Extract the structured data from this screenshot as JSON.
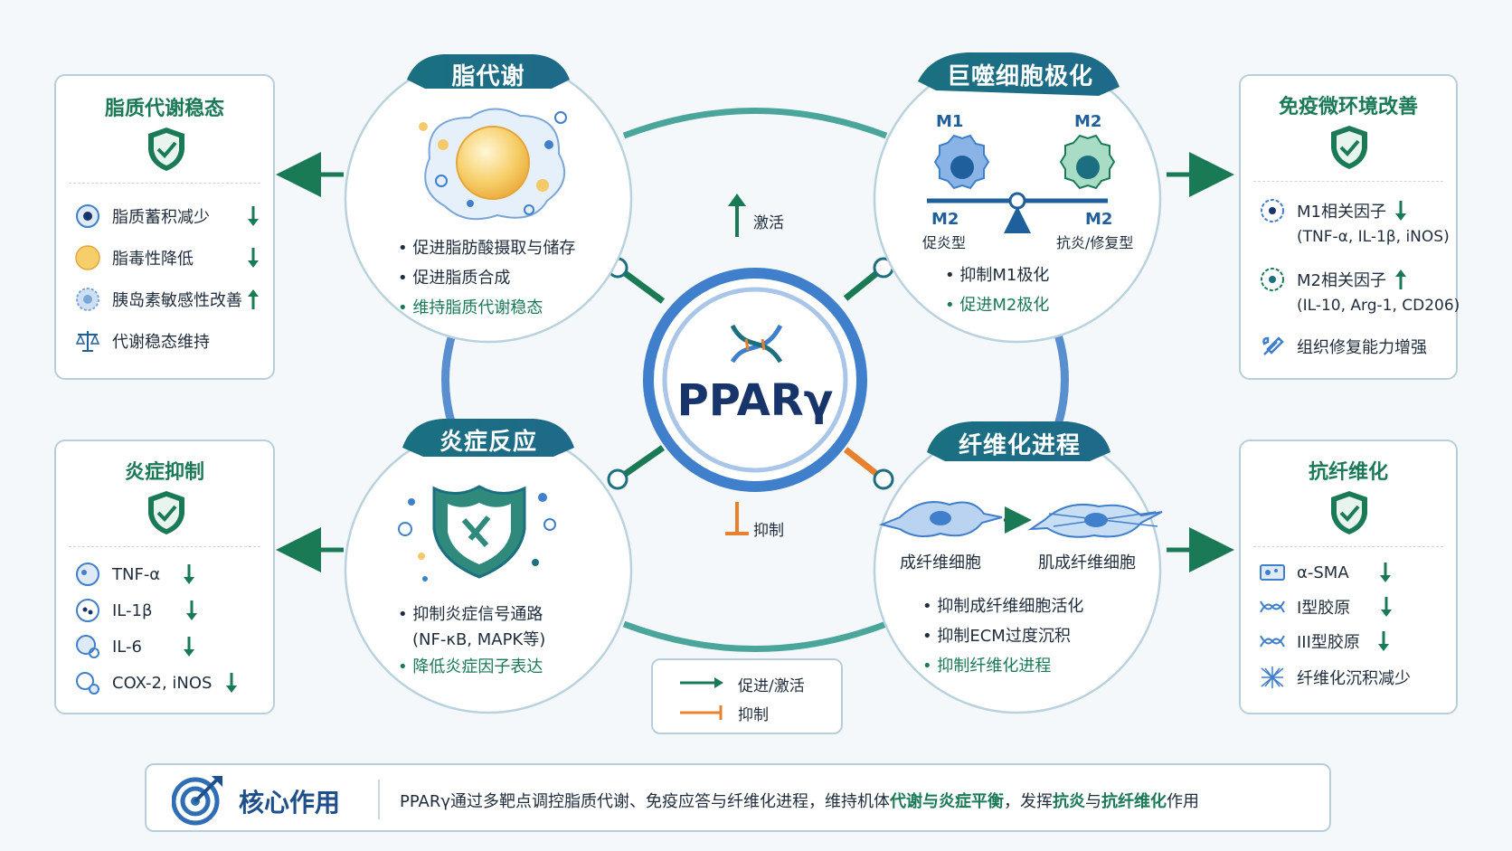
{
  "center": {
    "title": "PPARγ"
  },
  "center_legend": {
    "activate": "激活",
    "inhibit": "抑制"
  },
  "modules": {
    "lipid": {
      "title": "脂代谢",
      "bullets": [
        "促进脂肪酸摄取与储存",
        "促进脂质合成",
        "维持脂质代谢稳态"
      ]
    },
    "macrophage": {
      "title": "巨噬细胞极化",
      "m1": "M1",
      "m2": "M2",
      "left_name": "M2",
      "left_desc": "促炎型",
      "right_name": "M2",
      "right_desc": "抗炎/修复型",
      "bullets": [
        "抑制M1极化",
        "促进M2极化"
      ]
    },
    "inflammation": {
      "title": "炎症反应",
      "bullets": [
        "抑制炎症信号通路",
        "(NF-κB, MAPK等)",
        "降低炎症因子表达"
      ]
    },
    "fibrosis": {
      "title": "纤维化进程",
      "cell_a": "成纤维细胞",
      "cell_b": "肌成纤维细胞",
      "bullets": [
        "抑制成纤维细胞活化",
        "抑制ECM过度沉积",
        "抑制纤维化进程"
      ]
    }
  },
  "outcomes": {
    "lipid_home": {
      "title": "脂质代谢稳态",
      "items": [
        "脂质蓄积减少",
        "脂毒性降低",
        "胰岛素敏感性改善",
        "代谢稳态维持"
      ]
    },
    "immune": {
      "title": "免疫微环境改善",
      "items": [
        "M1相关因子",
        "(TNF-α, IL-1β, iNOS)",
        "M2相关因子",
        "(IL-10, Arg-1, CD206)",
        "组织修复能力增强"
      ]
    },
    "anti_inflam": {
      "title": "炎症抑制",
      "items": [
        "TNF-α",
        "IL-1β",
        "IL-6",
        "COX-2, iNOS"
      ]
    },
    "anti_fib": {
      "title": "抗纤维化",
      "items": [
        "α-SMA",
        "I型胶原",
        "III型胶原",
        "纤维化沉积减少"
      ]
    }
  },
  "legend": {
    "promote": "促进/激活",
    "inhibit": "抑制"
  },
  "footer": {
    "title": "核心作用",
    "text_1": "PPARγ通过多靶点调控脂质代谢、免疫应答与纤维化进程，维持机体",
    "highlight_1": "代谢与炎症平衡",
    "text_2": "，发挥",
    "highlight_2": "抗炎",
    "text_3": "与",
    "highlight_3": "抗纤维化",
    "text_4": "作用"
  },
  "colors": {
    "green": "#1b7a56",
    "teal": "#1c6f80",
    "blue": "#2f6db5",
    "orange": "#e8812e",
    "navy": "#17346b"
  }
}
